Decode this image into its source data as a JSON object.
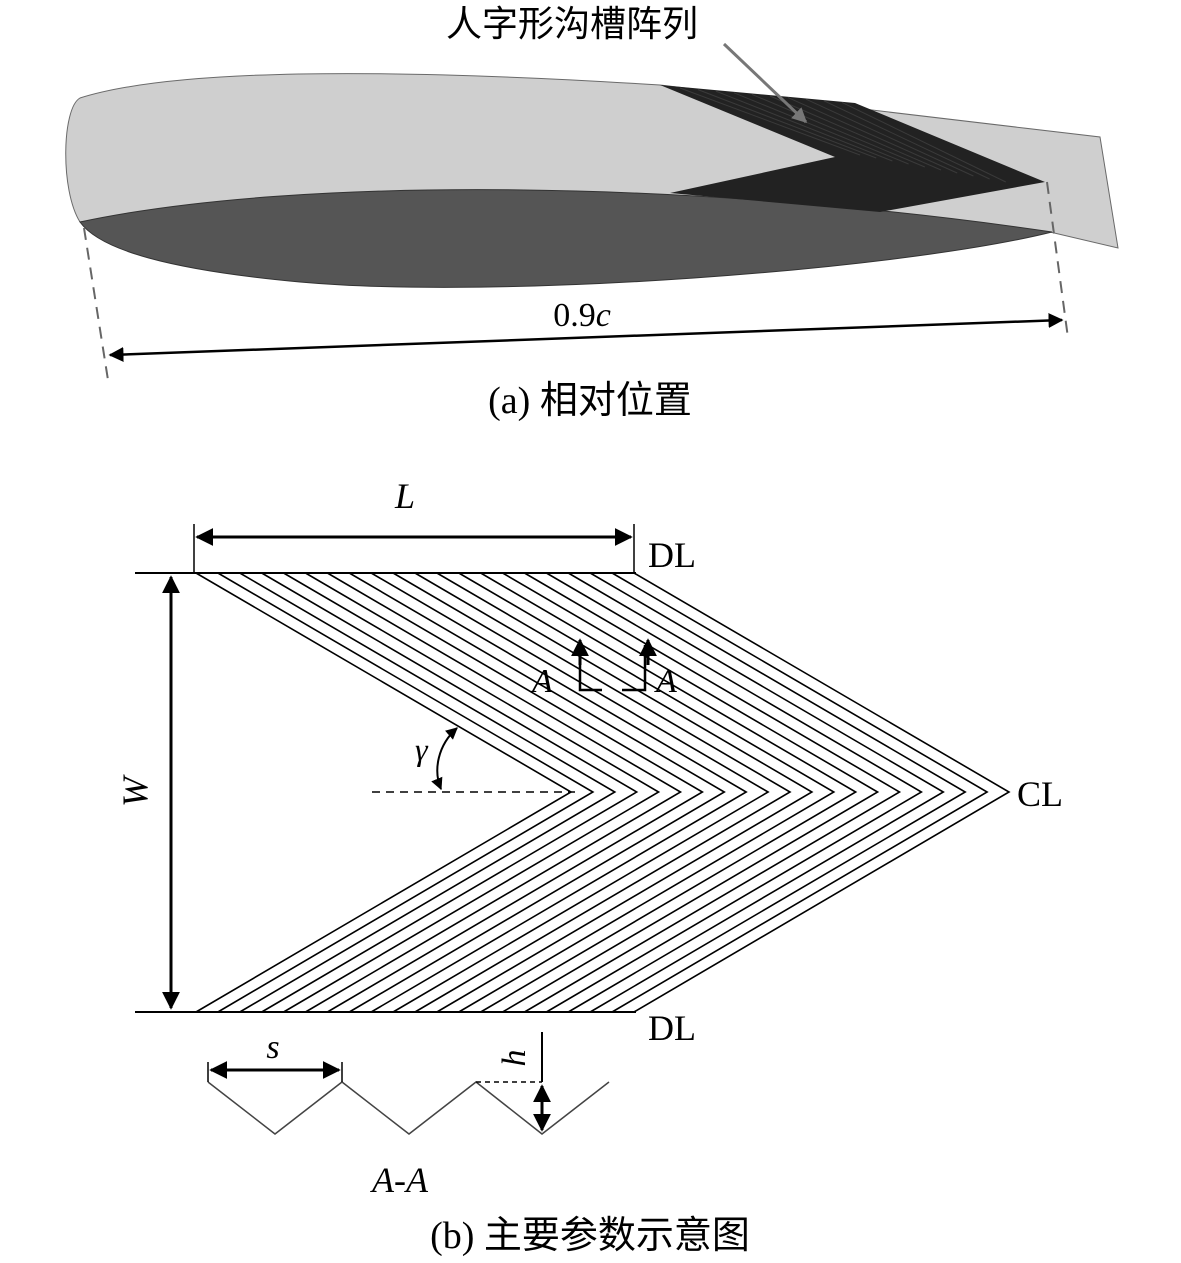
{
  "panel_a": {
    "callout_label": "人字形沟槽阵列",
    "dimension_value": "0.9",
    "dimension_var": "c",
    "caption": "(a) 相对位置"
  },
  "panel_b": {
    "label_L": "L",
    "label_W": "W",
    "label_DL_top": "DL",
    "label_DL_bottom": "DL",
    "label_CL": "CL",
    "label_gamma": "γ",
    "label_section_left": "A",
    "label_section_right": "A",
    "label_s": "s",
    "label_h": "h",
    "section_title_a1": "A",
    "section_title_dash": "-",
    "section_title_a2": "A",
    "caption": "(b) 主要参数示意图"
  },
  "colors": {
    "airfoil_upper": "#cfcfcf",
    "airfoil_lower": "#555555",
    "groove_dark": "#222222",
    "line": "#000000",
    "leader": "#777777"
  }
}
